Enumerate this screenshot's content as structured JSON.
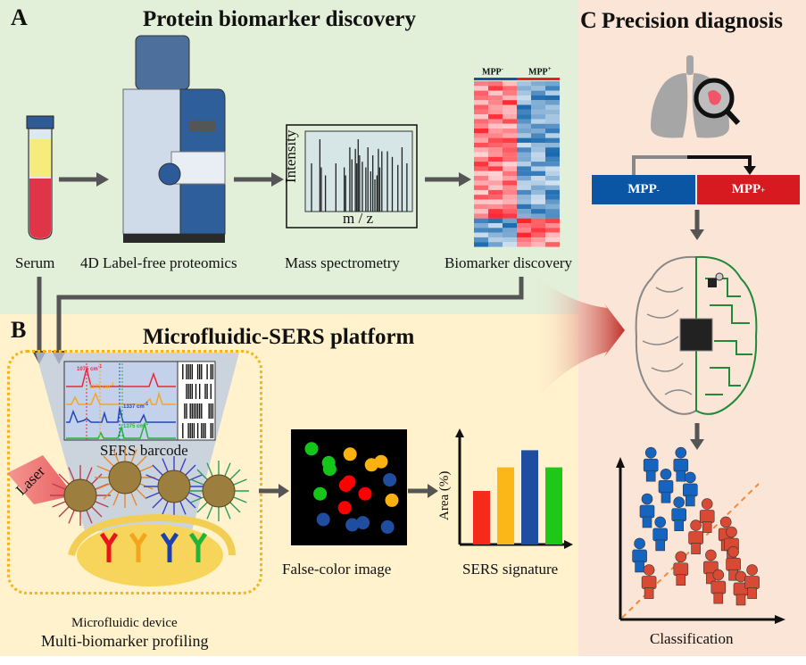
{
  "panels": {
    "A": {
      "letter": "A",
      "title": "Protein biomarker discovery",
      "bg": "#e2efd9"
    },
    "B": {
      "letter": "B",
      "title": "Microfluidic-SERS platform",
      "bg": "#fff2cc"
    },
    "C": {
      "letter": "C",
      "title": "Precision diagnosis",
      "bg": "#fbe5d6"
    }
  },
  "workflow_A": {
    "steps": [
      {
        "id": "serum",
        "label": "Serum"
      },
      {
        "id": "proteomics",
        "label": "4D Label-free proteomics"
      },
      {
        "id": "ms",
        "label": "Mass spectrometry"
      },
      {
        "id": "biomarker",
        "label": "Biomarker discovery"
      }
    ],
    "mass_spec": {
      "ylabel": "Intensity",
      "xlabel": "m / z"
    },
    "heatmap": {
      "groups": [
        {
          "label": "MPP",
          "sup": "-",
          "color": "#1f4e9a"
        },
        {
          "label": "MPP",
          "sup": "+",
          "color": "#e0202a"
        }
      ]
    }
  },
  "workflow_B": {
    "barcode": {
      "caption": "SERS barcode",
      "peaks": [
        {
          "label": "1075 cm",
          "sup": "-1",
          "color": "#e8283a"
        },
        {
          "label": "1175 cm",
          "sup": "-1",
          "color": "#f5a623"
        },
        {
          "label": "1337 cm",
          "sup": "-1",
          "color": "#2346b8"
        },
        {
          "label": "1375 cm",
          "sup": "-1",
          "color": "#22b33a"
        }
      ]
    },
    "laser_label": "Laser",
    "device_label": "Microfluidic device",
    "profiling_label": "Multi-biomarker profiling",
    "false_color_label": "False-color image",
    "signature_label": "SERS signature",
    "signature_ylabel": "Area (%)"
  },
  "workflow_C": {
    "mpp_neg": {
      "label": "MPP",
      "sup": "-",
      "color": "#0b56a4"
    },
    "mpp_pos": {
      "label": "MPP",
      "sup": "+",
      "color": "#d71920"
    },
    "classification_label": "Classification"
  },
  "chart_data": [
    {
      "type": "bar",
      "title": "SERS signature",
      "xlabel": "",
      "ylabel": "Area (%)",
      "categories": [
        "red",
        "orange",
        "blue",
        "green"
      ],
      "values": [
        50,
        72,
        88,
        72
      ],
      "colors": [
        "#f52a1b",
        "#fbb717",
        "#1f4ea1",
        "#1ec816"
      ],
      "ylim": [
        0,
        100
      ]
    },
    {
      "type": "scatter",
      "title": "False-color image",
      "points": [
        {
          "x": 15,
          "y": 86,
          "c": "#16c51a"
        },
        {
          "x": 31,
          "y": 73,
          "c": "#16c51a"
        },
        {
          "x": 32,
          "y": 67,
          "c": "#16c51a"
        },
        {
          "x": 23,
          "y": 44,
          "c": "#16c51a"
        },
        {
          "x": 51,
          "y": 81,
          "c": "#fbb10f"
        },
        {
          "x": 71,
          "y": 71,
          "c": "#fbb10f"
        },
        {
          "x": 80,
          "y": 74,
          "c": "#fbb10f"
        },
        {
          "x": 90,
          "y": 38,
          "c": "#fbb10f"
        },
        {
          "x": 47,
          "y": 52,
          "c": "#f00"
        },
        {
          "x": 50,
          "y": 55,
          "c": "#f00"
        },
        {
          "x": 65,
          "y": 44,
          "c": "#f00"
        },
        {
          "x": 46,
          "y": 31,
          "c": "#f00"
        },
        {
          "x": 88,
          "y": 57,
          "c": "#1f4ea1"
        },
        {
          "x": 26,
          "y": 20,
          "c": "#1f4ea1"
        },
        {
          "x": 53,
          "y": 15,
          "c": "#1f4ea1"
        },
        {
          "x": 63,
          "y": 17,
          "c": "#1f4ea1"
        },
        {
          "x": 86,
          "y": 13,
          "c": "#1f4ea1"
        }
      ],
      "xlim": [
        0,
        100
      ],
      "ylim": [
        0,
        100
      ]
    },
    {
      "type": "scatter",
      "title": "Classification",
      "series": [
        {
          "name": "MPP-",
          "color": "#1565c0",
          "points": [
            [
              12,
              88
            ],
            [
              28,
              88
            ],
            [
              20,
              75
            ],
            [
              33,
              73
            ],
            [
              10,
              60
            ],
            [
              27,
              58
            ],
            [
              17,
              46
            ],
            [
              6,
              33
            ]
          ]
        },
        {
          "name": "MPP+",
          "color": "#d84a33",
          "points": [
            [
              42,
              57
            ],
            [
              52,
              46
            ],
            [
              36,
              44
            ],
            [
              55,
              40
            ],
            [
              28,
              25
            ],
            [
              44,
              26
            ],
            [
              56,
              28
            ],
            [
              11,
              17
            ],
            [
              48,
              14
            ],
            [
              60,
              13
            ],
            [
              66,
              17
            ]
          ]
        }
      ],
      "divider": "dashed diagonal"
    }
  ]
}
